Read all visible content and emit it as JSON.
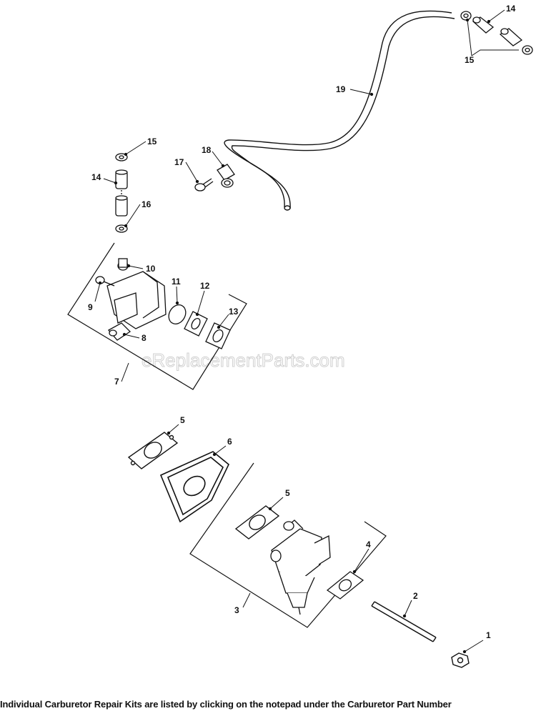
{
  "watermark": "eReplacementParts.com",
  "footer_note": "Individual Carburetor Repair Kits are listed by clicking on the notepad under the Carburetor Part Number",
  "callouts": {
    "c1": "1",
    "c2": "2",
    "c3": "3",
    "c4": "4",
    "c5a": "5",
    "c5b": "5",
    "c6": "6",
    "c7": "7",
    "c8": "8",
    "c9": "9",
    "c10": "10",
    "c11": "11",
    "c12": "12",
    "c13": "13",
    "c14a": "14",
    "c14b": "14",
    "c15a": "15",
    "c15b": "15",
    "c16": "16",
    "c17": "17",
    "c18": "18",
    "c19": "19"
  }
}
